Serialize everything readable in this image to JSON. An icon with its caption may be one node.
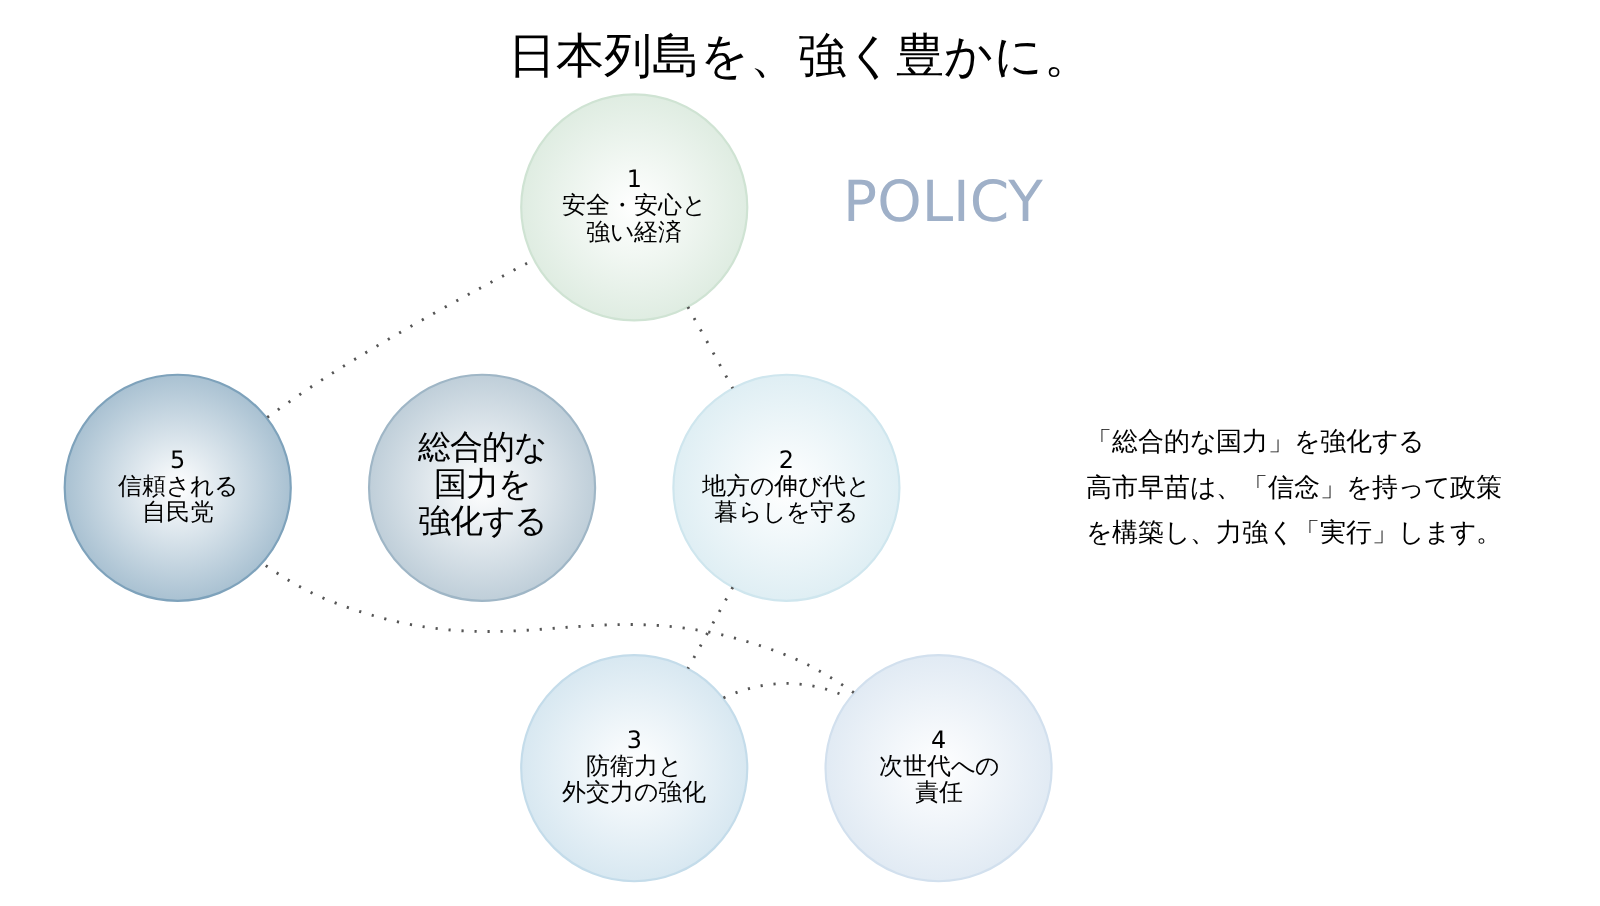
{
  "diagram": {
    "title": "日本列島を、強く豊かに。",
    "nodes": [
      {
        "text": [
          "総合的な国力を強化する"
        ]
      },
      {
        "text": [
          "1",
          "安全・安心と強い経済"
        ]
      },
      {
        "text": [
          "2",
          "地方の伸び代と暮らしを守る"
        ]
      },
      {
        "text": [
          "3",
          "防衛力と外交力の強化"
        ]
      },
      {
        "text": [
          "4",
          "次世代への責任"
        ]
      },
      {
        "text": [
          "5",
          "信頼される自民党"
        ]
      }
    ],
    "edges": [
      {
        "from": 1,
        "to": 2,
        "arrow": "none",
        "style": "dashed"
      },
      {
        "from": 2,
        "to": 3,
        "arrow": "none",
        "style": "dashed"
      },
      {
        "from": 3,
        "to": 4,
        "arrow": "none",
        "style": "dashed"
      },
      {
        "from": 4,
        "to": 5,
        "arrow": "none",
        "style": "dashed"
      },
      {
        "from": 5,
        "to": 1,
        "arrow": "none",
        "style": "dashed"
      }
    ],
    "labels": [
      "POLICY",
      "「総合的な国力」を強化する",
      "高市早苗は、「信念」を持って政策を構築し、力強く「実行」します。"
    ]
  }
}
